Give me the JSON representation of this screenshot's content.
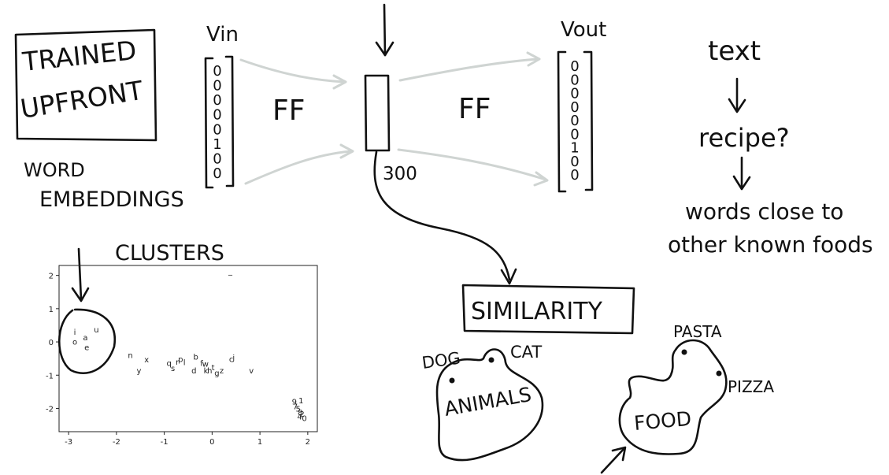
{
  "labels": {
    "trained_line1": "TRAINED",
    "trained_line2": "UPFRONT",
    "word": "WORD",
    "embeddings": "EMBEDDINGS",
    "vin": "Vin",
    "vout": "Vout",
    "ff_left": "FF",
    "ff_right": "FF",
    "dim": "300",
    "text": "text",
    "recipe": "recipe?",
    "words_close_line1": "words close to",
    "words_close_line2": "other known foods",
    "clusters": "CLUSTERS",
    "similarity": "SIMILARITY",
    "dog": "DOG",
    "cat": "CAT",
    "animals": "ANIMALS",
    "pasta": "PASTA",
    "pizza": "PIZZA",
    "food": "FOOD"
  },
  "vin_vector": [
    "0",
    "0",
    "0",
    "0",
    "0",
    "1",
    "0",
    "0"
  ],
  "vout_vector": [
    "0",
    "0",
    "0",
    "0",
    "0",
    "0",
    "1",
    "0",
    "0"
  ],
  "chart_data": {
    "type": "scatter",
    "title": "",
    "xlabel": "",
    "ylabel": "",
    "xlim": [
      -3.2,
      2.2
    ],
    "ylim": [
      -2.7,
      2.3
    ],
    "xticks": [
      "-3",
      "-2",
      "-1",
      "0",
      "1",
      "2"
    ],
    "yticks": [
      "2",
      "1",
      "0",
      "-1",
      "-2"
    ],
    "grid": false,
    "points": [
      {
        "label": "i",
        "x": -2.87,
        "y": 0.22
      },
      {
        "label": "o",
        "x": -2.87,
        "y": -0.08
      },
      {
        "label": "a",
        "x": -2.65,
        "y": 0.05
      },
      {
        "label": "e",
        "x": -2.62,
        "y": -0.25
      },
      {
        "label": "u",
        "x": -2.42,
        "y": 0.28
      },
      {
        "label": "n",
        "x": -1.71,
        "y": -0.48
      },
      {
        "label": "x",
        "x": -1.37,
        "y": -0.62
      },
      {
        "label": "y",
        "x": -1.53,
        "y": -0.95
      },
      {
        "label": "q",
        "x": -0.9,
        "y": -0.72
      },
      {
        "label": "s",
        "x": -0.82,
        "y": -0.88
      },
      {
        "label": "r",
        "x": -0.73,
        "y": -0.68
      },
      {
        "label": "p",
        "x": -0.66,
        "y": -0.6
      },
      {
        "label": "l",
        "x": -0.58,
        "y": -0.7
      },
      {
        "label": "b",
        "x": -0.34,
        "y": -0.53
      },
      {
        "label": "d",
        "x": -0.38,
        "y": -0.95
      },
      {
        "label": "f",
        "x": -0.22,
        "y": -0.72
      },
      {
        "label": "w",
        "x": -0.14,
        "y": -0.75
      },
      {
        "label": "k",
        "x": -0.13,
        "y": -0.95
      },
      {
        "label": "h",
        "x": -0.05,
        "y": -0.95
      },
      {
        "label": "t",
        "x": 0.02,
        "y": -0.85
      },
      {
        "label": "g",
        "x": 0.1,
        "y": -1.02
      },
      {
        "label": "z",
        "x": 0.2,
        "y": -0.95
      },
      {
        "label": "c",
        "x": 0.4,
        "y": -0.6
      },
      {
        "label": "j",
        "x": 0.45,
        "y": -0.55
      },
      {
        "label": "v",
        "x": 0.82,
        "y": -0.95
      },
      {
        "label": "9",
        "x": 1.72,
        "y": -1.88
      },
      {
        "label": "1",
        "x": 1.86,
        "y": -1.85
      },
      {
        "label": "7",
        "x": 1.74,
        "y": -2.02
      },
      {
        "label": "5",
        "x": 1.8,
        "y": -2.1
      },
      {
        "label": "8",
        "x": 1.84,
        "y": -2.2
      },
      {
        "label": "2",
        "x": 1.88,
        "y": -2.25
      },
      {
        "label": "4",
        "x": 1.83,
        "y": -2.33
      },
      {
        "label": "0",
        "x": 1.93,
        "y": -2.38
      },
      {
        "label": "_",
        "x": 0.38,
        "y": 2.05
      }
    ]
  }
}
